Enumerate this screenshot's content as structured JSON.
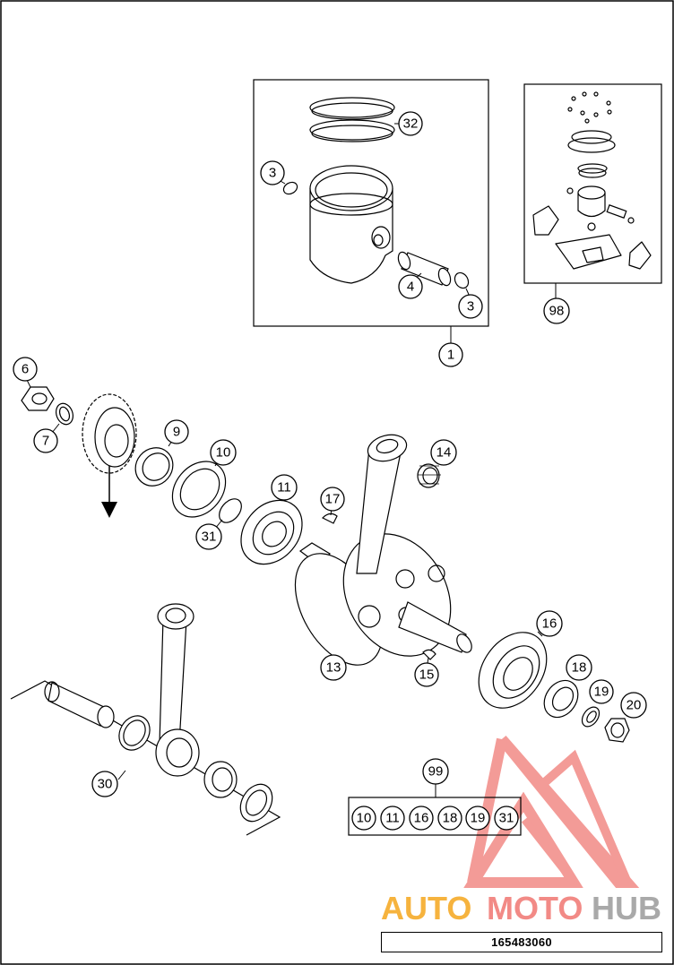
{
  "drawing_number": "165483060",
  "watermark": {
    "text_part1": "AUTO",
    "text_part2": "MOTO",
    "text_part3": "HUB",
    "color_part1": "#f6b33e",
    "color_part2": "#f28a86",
    "color_part3": "#a9a9a9",
    "logo_color": "#f28a86"
  },
  "callouts": [
    {
      "id": "c1",
      "label": "1"
    },
    {
      "id": "c3a",
      "label": "3"
    },
    {
      "id": "c3b",
      "label": "3"
    },
    {
      "id": "c4",
      "label": "4"
    },
    {
      "id": "c32",
      "label": "32"
    },
    {
      "id": "c98",
      "label": "98"
    },
    {
      "id": "c6",
      "label": "6"
    },
    {
      "id": "c7",
      "label": "7"
    },
    {
      "id": "c9",
      "label": "9"
    },
    {
      "id": "c10",
      "label": "10"
    },
    {
      "id": "c31",
      "label": "31"
    },
    {
      "id": "c11",
      "label": "11"
    },
    {
      "id": "c17",
      "label": "17"
    },
    {
      "id": "c14",
      "label": "14"
    },
    {
      "id": "c13",
      "label": "13"
    },
    {
      "id": "c15",
      "label": "15"
    },
    {
      "id": "c16",
      "label": "16"
    },
    {
      "id": "c18",
      "label": "18"
    },
    {
      "id": "c19",
      "label": "19"
    },
    {
      "id": "c20",
      "label": "20"
    },
    {
      "id": "c30",
      "label": "30"
    },
    {
      "id": "c99",
      "label": "99"
    }
  ],
  "kit_99_items": [
    "10",
    "11",
    "16",
    "18",
    "19",
    "31"
  ]
}
